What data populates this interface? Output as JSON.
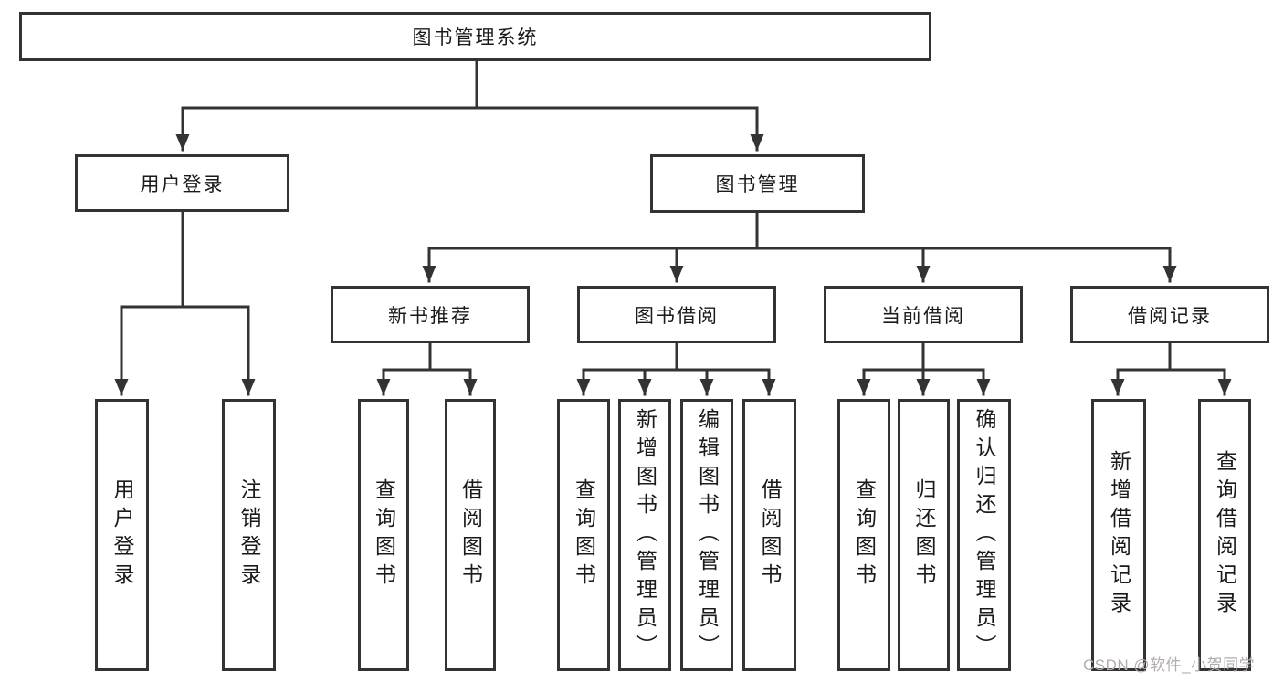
{
  "tree": {
    "root": {
      "label": "图书管理系统"
    },
    "level2": [
      {
        "label": "用户登录"
      },
      {
        "label": "图书管理"
      }
    ],
    "level3": [
      {
        "label": "新书推荐"
      },
      {
        "label": "图书借阅"
      },
      {
        "label": "当前借阅"
      },
      {
        "label": "借阅记录"
      }
    ],
    "leaves": {
      "user_login": [
        "用户登录",
        "注销登录"
      ],
      "new_book": [
        "查询图书",
        "借阅图书"
      ],
      "book_borrow": [
        "查询图书",
        "新增图书（管理员）",
        "编辑图书（管理员）",
        "借阅图书"
      ],
      "current_borrow": [
        "查询图书",
        "归还图书",
        "确认归还（管理员）"
      ],
      "borrow_records": [
        "新增借阅记录",
        "查询借阅记录"
      ]
    }
  },
  "watermark": {
    "text": "CSDN @软件_小贺同学"
  },
  "colors": {
    "box_border": "#333333",
    "connector": "#333333",
    "text": "#1a1a1a",
    "watermark_text": "#b3acac",
    "background": "#ffffff"
  }
}
